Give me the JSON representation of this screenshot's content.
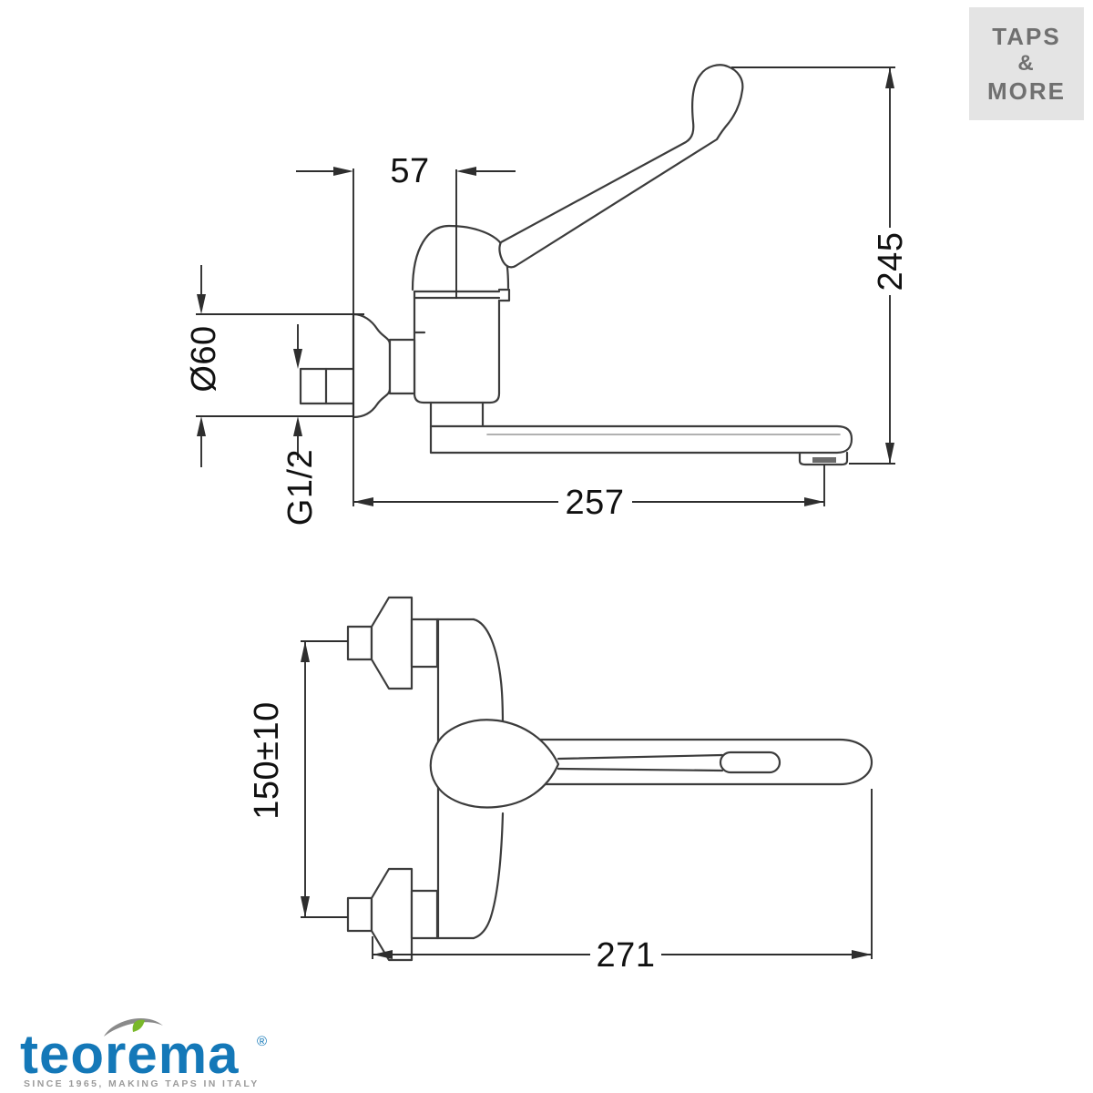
{
  "colors": {
    "drawing_line": "#3c3c3c",
    "dimension_line": "#2e2e2e",
    "label_text": "#111111",
    "light_line": "#979797",
    "brand_box_bg": "#e4e4e4",
    "brand_box_text": "#707070",
    "logo_blue": "#1478b8",
    "logo_gray": "#9b9b9b",
    "logo_green": "#79b829"
  },
  "brand_box": {
    "line1": "TAPS",
    "line2": "&",
    "line3": "MORE"
  },
  "logo": {
    "wordmark": "teorema",
    "registered": "®",
    "tagline": "SINCE 1965, MAKING TAPS IN ITALY"
  },
  "side_view": {
    "dim_handle_offset": "57",
    "dim_height": "245",
    "dim_flange_diameter": "Ø60",
    "dim_thread": "G1/2",
    "dim_spout_reach": "257"
  },
  "top_view": {
    "dim_inlet_centers": "150±10",
    "dim_total_reach": "271"
  }
}
